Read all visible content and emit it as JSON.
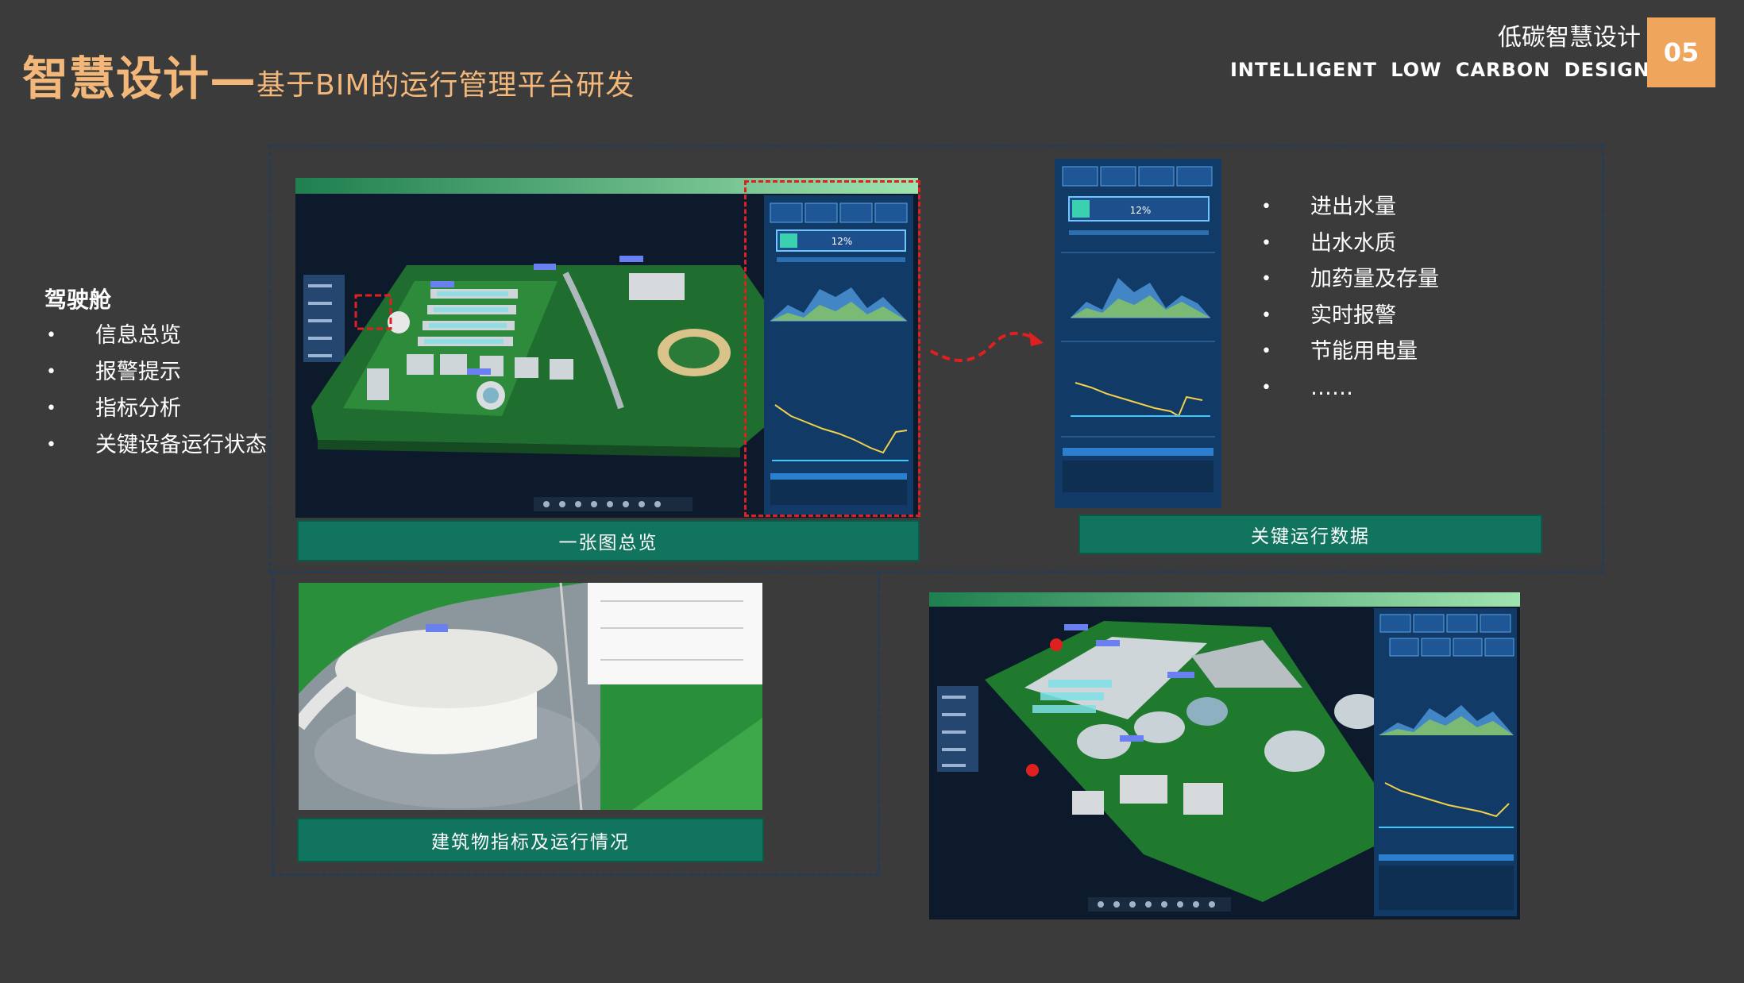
{
  "header": {
    "title_bold": "智慧设计—",
    "title_sub": "基于BIM的运行管理平台研发",
    "brand_cn": "低碳智慧设计",
    "brand_en": "INTELLIGENT  LOW CARBON  DESIGN",
    "page_number": "05"
  },
  "cockpit": {
    "title": "驾驶舱",
    "items": [
      "信息总览",
      "报警提示",
      "指标分析",
      "关键设备运行状态"
    ]
  },
  "key_data_list": {
    "items": [
      "进出水量",
      "出水水质",
      "加药量及存量",
      "实时报警",
      "节能用电量",
      "……"
    ]
  },
  "captions": {
    "overview": "一张图总览",
    "key_data": "关键运行数据",
    "building": "建筑物指标及运行情况"
  },
  "dashboard": {
    "percent": "12%"
  },
  "colors": {
    "background": "#3b3b3b",
    "title_accent": "#f3b77a",
    "page_badge": "#f0a55c",
    "caption_bg": "#11745f",
    "dashed_frame": "#243c55",
    "highlight_red": "#e02020"
  }
}
